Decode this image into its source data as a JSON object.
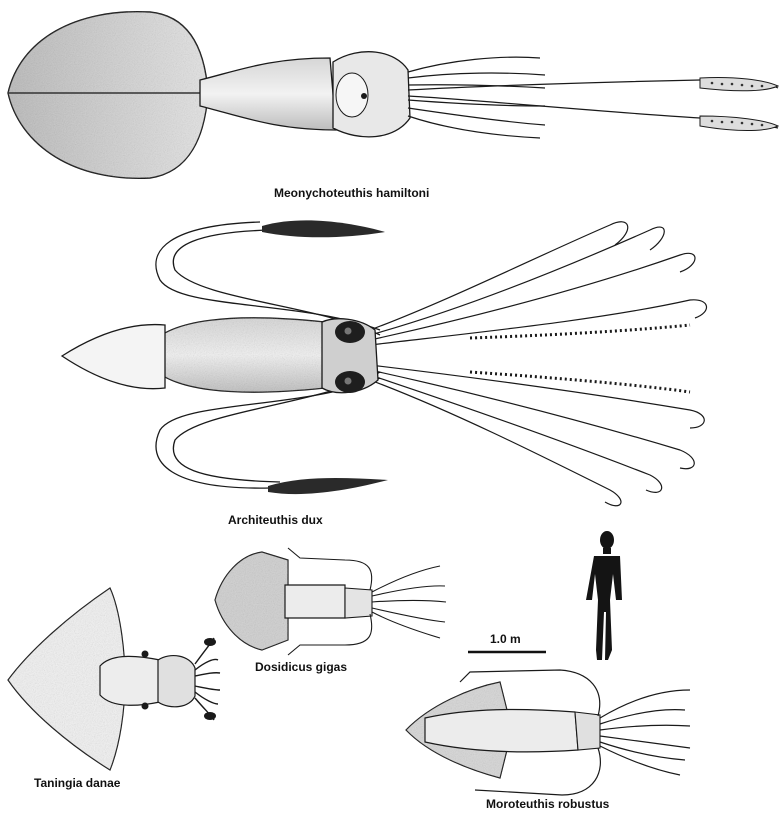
{
  "figure": {
    "species": [
      {
        "id": "meonychoteuthis",
        "label": "Meonychoteuthis hamiltoni"
      },
      {
        "id": "architeuthis",
        "label": "Architeuthis dux"
      },
      {
        "id": "dosidicus",
        "label": "Dosidicus gigas"
      },
      {
        "id": "taningia",
        "label": "Taningia danae"
      },
      {
        "id": "moroteuthis",
        "label": "Moroteuthis robustus"
      }
    ],
    "scale_bar": {
      "label": "1.0 m"
    },
    "colors": {
      "ink": "#1a1a1a",
      "body_fill": "#efefef",
      "shade": "#9a9a9a",
      "background": "#ffffff"
    }
  }
}
